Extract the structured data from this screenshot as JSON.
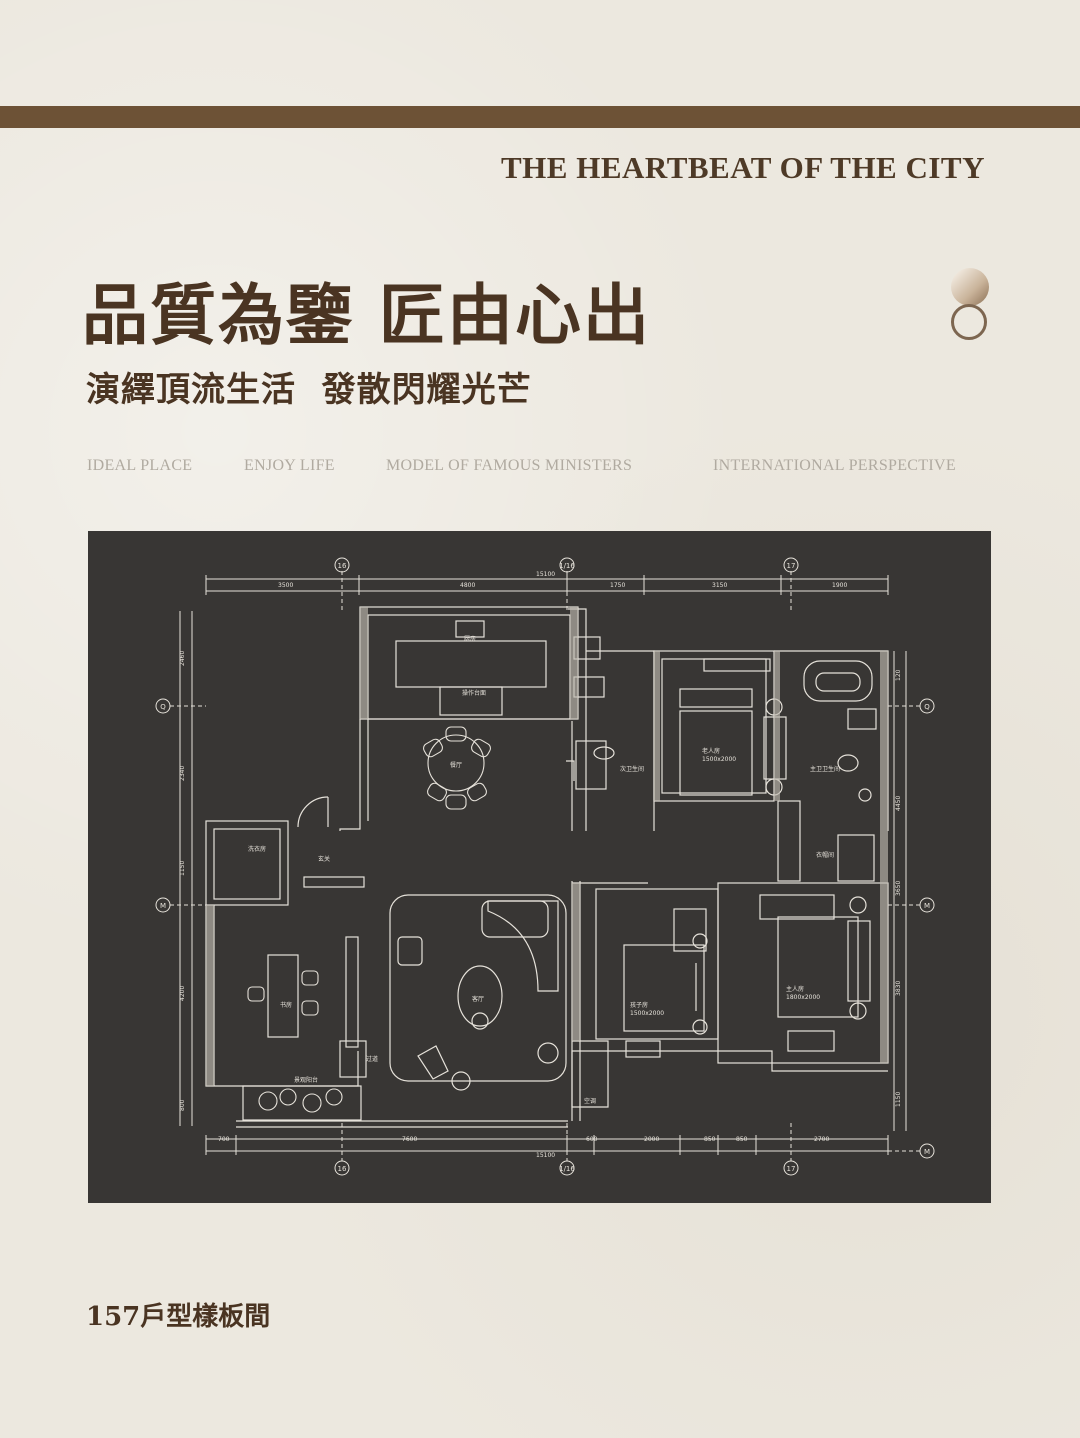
{
  "header": {
    "tagline": "THE HEARTBEAT OF THE CITY",
    "headline": "品質為鑒 匠由心出",
    "subheadline": "演繹頂流生活  發散閃耀光芒"
  },
  "keywords": [
    "IDEAL PLACE",
    "ENJOY LIFE",
    "MODEL OF FAMOUS MINISTERS",
    "INTERNATIONAL PERSPECTIVE"
  ],
  "floorplan": {
    "axes": {
      "col_16": "16",
      "col_mid": "1/16",
      "col_17": "17",
      "row_q": "Q",
      "row_m": "M",
      "row_m2": "M"
    },
    "top_dims": [
      "3500",
      "4800",
      "15100",
      "1750",
      "3150",
      "1900"
    ],
    "bottom_dims": [
      "700",
      "7600",
      "15100",
      "600",
      "2000",
      "850",
      "850",
      "2700"
    ],
    "left_dims": [
      "2460",
      "2340",
      "1150",
      "4200",
      "800"
    ],
    "right_dims": [
      "120",
      "4450",
      "3650",
      "3830",
      "1150"
    ],
    "rooms": {
      "kitchen": "厨房",
      "dining": "餐厅",
      "living": "客厅",
      "study": "书房",
      "entry": "玄关",
      "guest_bath": "次卫生间",
      "master_bath": "主卫卫生间",
      "closet": "衣帽间",
      "elder_room": "老人房",
      "elder_bed": "1500x2000",
      "master_room": "主人房",
      "master_bed": "1800x2000",
      "child_room": "孩子房",
      "child_bed": "1500x2000",
      "laundry": "洗衣房",
      "balcony": "景观阳台",
      "corridor": "过道",
      "counter": "操作台面",
      "ac": "空调"
    }
  },
  "caption": "157戶型樣板間",
  "colors": {
    "brand_brown": "#6d5236",
    "text_brown": "#4a3422",
    "plan_bg": "#383634",
    "line": "#e8e4dc"
  }
}
